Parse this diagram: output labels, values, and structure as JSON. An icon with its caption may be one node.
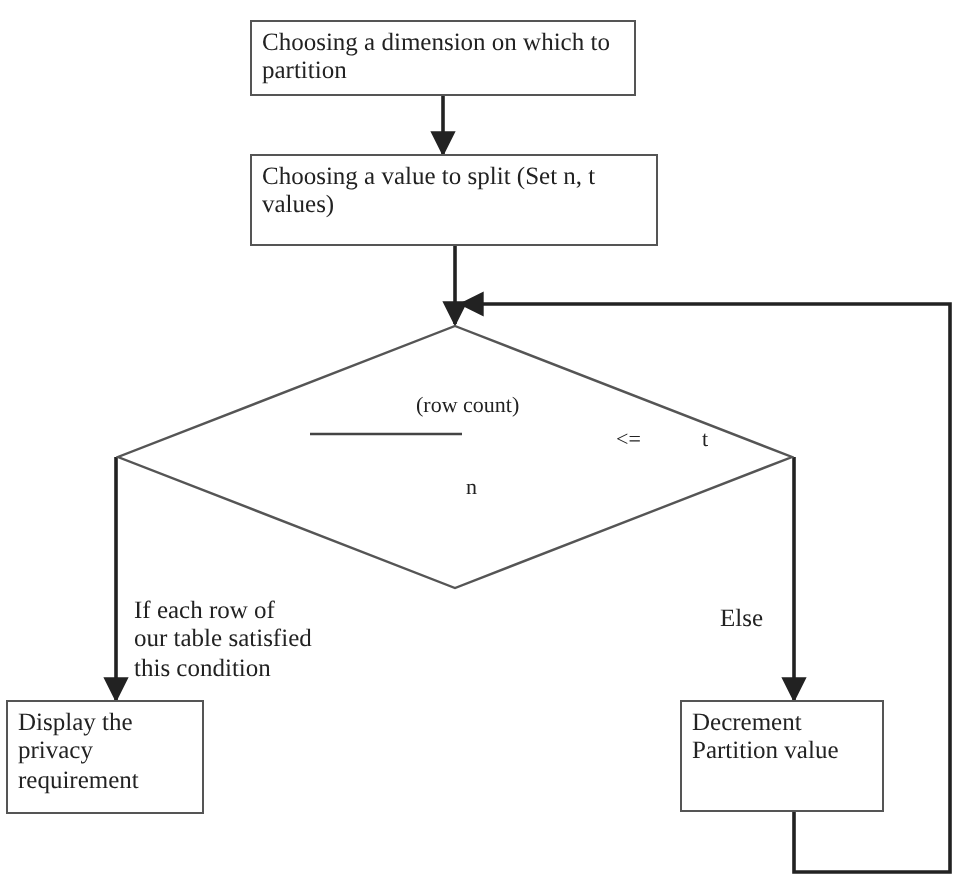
{
  "diagram": {
    "nodes": [
      {
        "text": [
          "Choosing a dimension on which to partition"
        ]
      },
      {
        "text": [
          "Choosing a value to split (Set n, t values)"
        ]
      },
      {
        "text": [
          "(row count)",
          "n",
          "<=",
          "t"
        ]
      },
      {
        "text": [
          "Display the privacy requirement"
        ]
      },
      {
        "text": [
          "Decrement Partition value"
        ]
      }
    ],
    "edges": [
      {
        "from": 0,
        "to": 1,
        "arrow": "to"
      },
      {
        "from": 1,
        "to": 2,
        "arrow": "to"
      },
      {
        "from": 2,
        "to": 3,
        "arrow": "to",
        "label": "If each row of our table satisfied this condition"
      },
      {
        "from": 2,
        "to": 4,
        "arrow": "to",
        "label": "Else"
      },
      {
        "from": 4,
        "to": 2,
        "arrow": "to"
      }
    ]
  }
}
